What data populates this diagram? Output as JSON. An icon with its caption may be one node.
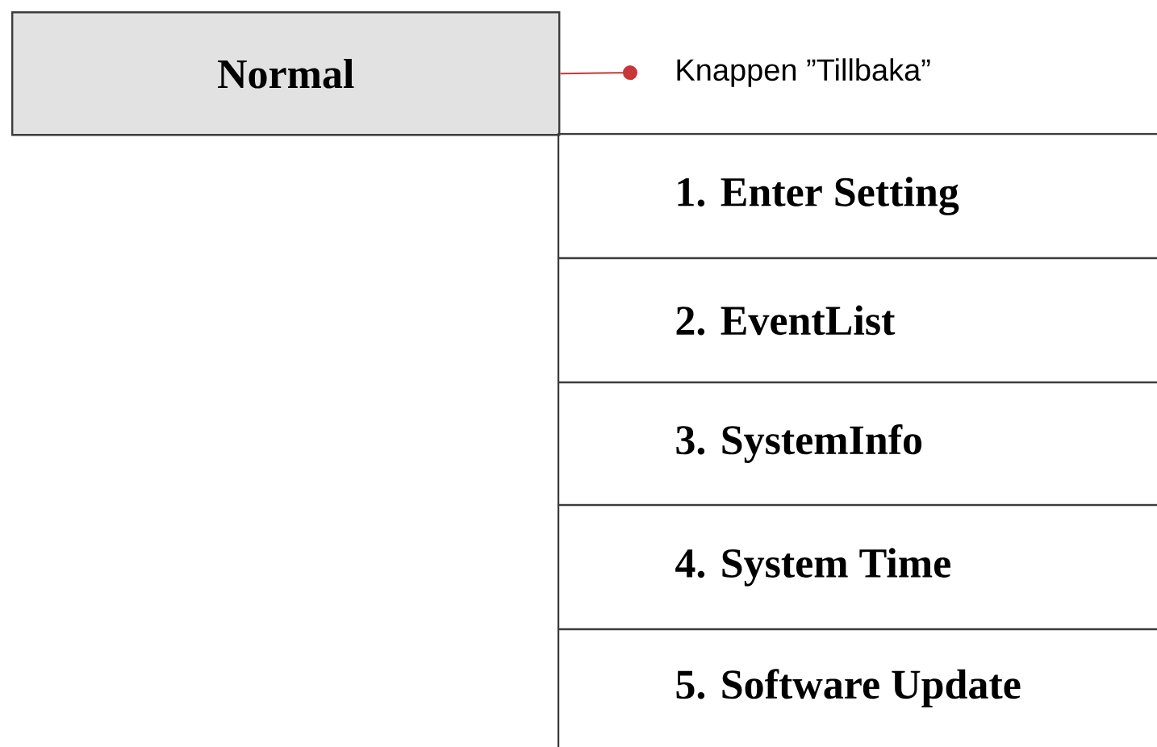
{
  "diagram": {
    "nodes": [
      {
        "text": [
          "Normal"
        ]
      },
      {
        "text": [
          "Knappen ”Tillbaka”"
        ]
      },
      {
        "text": [
          "1. Enter Setting"
        ]
      },
      {
        "text": [
          "2. EventList"
        ]
      },
      {
        "text": [
          "3. SystemInfo"
        ]
      },
      {
        "text": [
          "4. System Time"
        ]
      },
      {
        "text": [
          "5. Software Update"
        ]
      }
    ],
    "edges": [
      {
        "from": 1,
        "to": 0,
        "arrow": "other",
        "color": "#c8363a"
      }
    ]
  }
}
